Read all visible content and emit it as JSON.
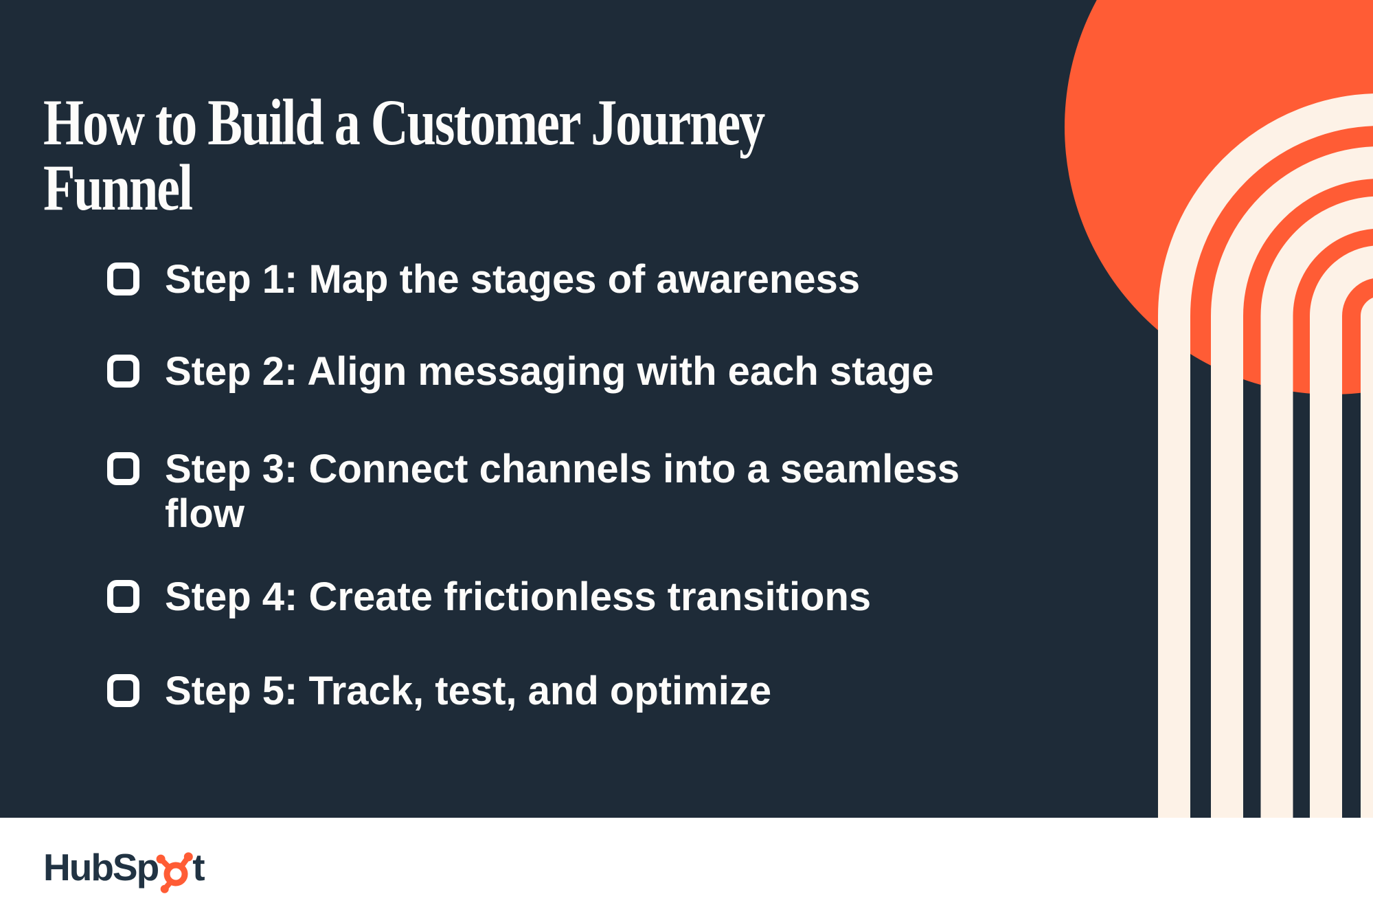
{
  "slide": {
    "title": "How to Build a Customer Journey Funnel",
    "steps": [
      {
        "label": "Step 1: Map the stages of awareness"
      },
      {
        "label": "Step 2: Align messaging with each stage"
      },
      {
        "label": "Step 3: Connect channels into a seamless\nflow"
      },
      {
        "label": "Step 4: Create frictionless transitions"
      },
      {
        "label": "Step 5: Track, test, and optimize"
      }
    ]
  },
  "footer": {
    "brand_prefix": "HubSp",
    "brand_suffix": "t"
  },
  "colors": {
    "background_navy": "#1e2b38",
    "accent_orange": "#ff5c35",
    "arc_cream": "#fdf2e7",
    "footer_white": "#ffffff",
    "text_white": "#fdfcfa",
    "logo_navy": "#213343"
  },
  "icons": {
    "step_bullet": "checkbox-outline-icon",
    "logo_mark": "hubspot-sprocket-icon"
  }
}
